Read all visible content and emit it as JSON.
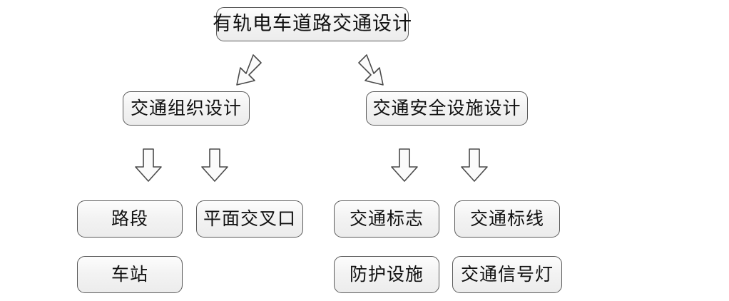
{
  "diagram": {
    "title": "有轨电车道路交通设计",
    "type": "hierarchy-flowchart",
    "background_color": "#ffffff",
    "box_border_color": "#5a5a5a",
    "box_fill_color": "#f2f2f2",
    "text_color": "#111111",
    "arrow_stroke_color": "#4a4a4a",
    "arrow_fill_color": "#fafafa",
    "root": {
      "label": "有轨电车道路交通设计"
    },
    "branches": [
      {
        "label": "交通组织设计",
        "children": [
          {
            "label": "路段"
          },
          {
            "label": "平面交叉口"
          },
          {
            "label": "车站"
          }
        ]
      },
      {
        "label": "交通安全设施设计",
        "children": [
          {
            "label": "交通标志"
          },
          {
            "label": "交通标线"
          },
          {
            "label": "防护设施"
          },
          {
            "label": "交通信号灯"
          }
        ]
      }
    ],
    "connectors": [
      {
        "name": "root-to-left-branch",
        "style": "diagonal-block-arrow",
        "direction": "down-left"
      },
      {
        "name": "root-to-right-branch",
        "style": "diagonal-block-arrow",
        "direction": "down-right"
      },
      {
        "name": "left-branch-to-road-section",
        "style": "block-arrow",
        "direction": "down"
      },
      {
        "name": "left-branch-to-intersection",
        "style": "block-arrow",
        "direction": "down"
      },
      {
        "name": "right-branch-to-traffic-sign",
        "style": "block-arrow",
        "direction": "down"
      },
      {
        "name": "right-branch-to-traffic-marking",
        "style": "block-arrow",
        "direction": "down"
      }
    ]
  }
}
